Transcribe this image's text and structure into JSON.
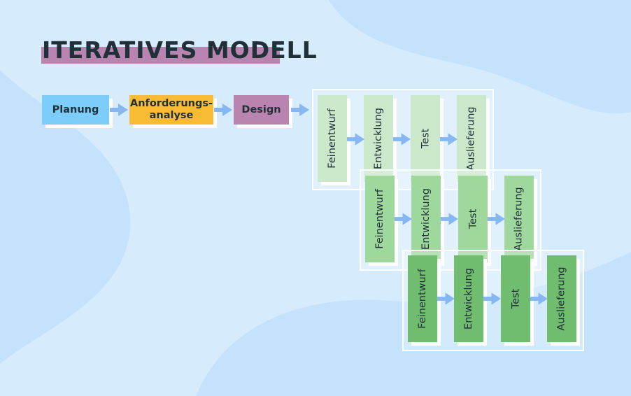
{
  "title": "ITERATIVES MODELL",
  "colors": {
    "background": "#d6ebfb",
    "title_highlight": "#b985b0",
    "planung": "#7dcdfb",
    "anforderung": "#f9bb33",
    "design": "#b985b0",
    "iter1": "#cbe8cb",
    "iter2": "#9fd89c",
    "iter3": "#71bd70",
    "arrow": "#86b7f2"
  },
  "phases": [
    {
      "label": "Planung"
    },
    {
      "label": "Anforderungs-\nanalyse"
    },
    {
      "label": "Design"
    }
  ],
  "iterations": [
    {
      "steps": [
        "Feinentwurf",
        "Entwicklung",
        "Test",
        "Auslieferung"
      ]
    },
    {
      "steps": [
        "Feinentwurf",
        "Entwicklung",
        "Test",
        "Auslieferung"
      ]
    },
    {
      "steps": [
        "Feinentwurf",
        "Entwicklung",
        "Test",
        "Auslieferung"
      ]
    }
  ]
}
